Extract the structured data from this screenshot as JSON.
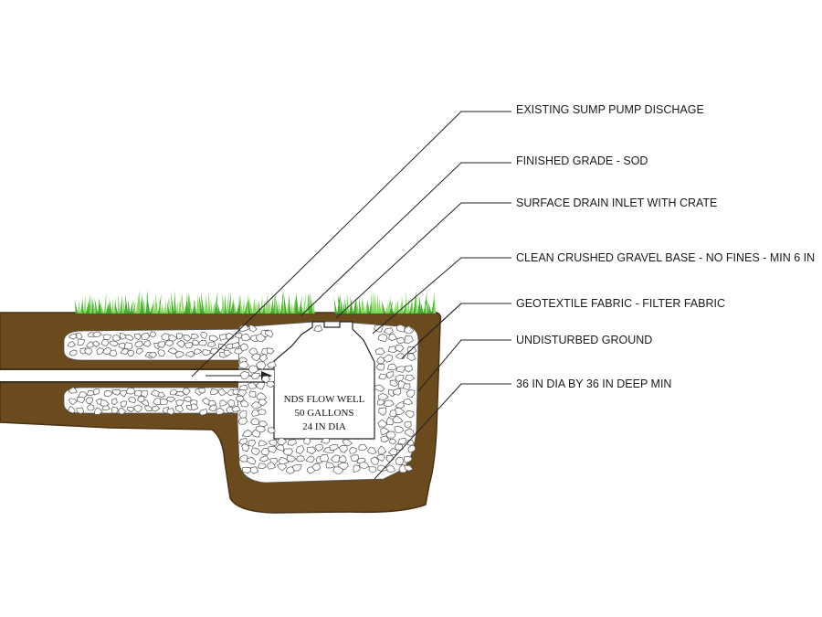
{
  "diagram": {
    "colors": {
      "soil": "#6b4a1e",
      "soil_edge": "#4a3212",
      "gravel_fill": "#ffffff",
      "gravel_stroke": "#555555",
      "grass": "#3fae2a",
      "grass_light": "#7ed957",
      "leader": "#222222"
    },
    "callouts": [
      {
        "id": "sump",
        "label": "EXISTING SUMP PUMP DISCHAGE"
      },
      {
        "id": "grade",
        "label": "FINISHED GRADE - SOD"
      },
      {
        "id": "inlet",
        "label": "SURFACE DRAIN INLET WITH CRATE"
      },
      {
        "id": "gravel",
        "label": "CLEAN CRUSHED GRAVEL BASE - NO FINES - MIN 6 IN"
      },
      {
        "id": "geotextile",
        "label": "GEOTEXTILE FABRIC - FILTER FABRIC"
      },
      {
        "id": "ground",
        "label": "UNDISTURBED GROUND"
      },
      {
        "id": "dims",
        "label": "36 IN DIA BY 36 IN DEEP MIN"
      }
    ],
    "well": {
      "line1": "NDS FLOW WELL",
      "line2": "50 GALLONS",
      "line3": "24 IN DIA"
    }
  }
}
